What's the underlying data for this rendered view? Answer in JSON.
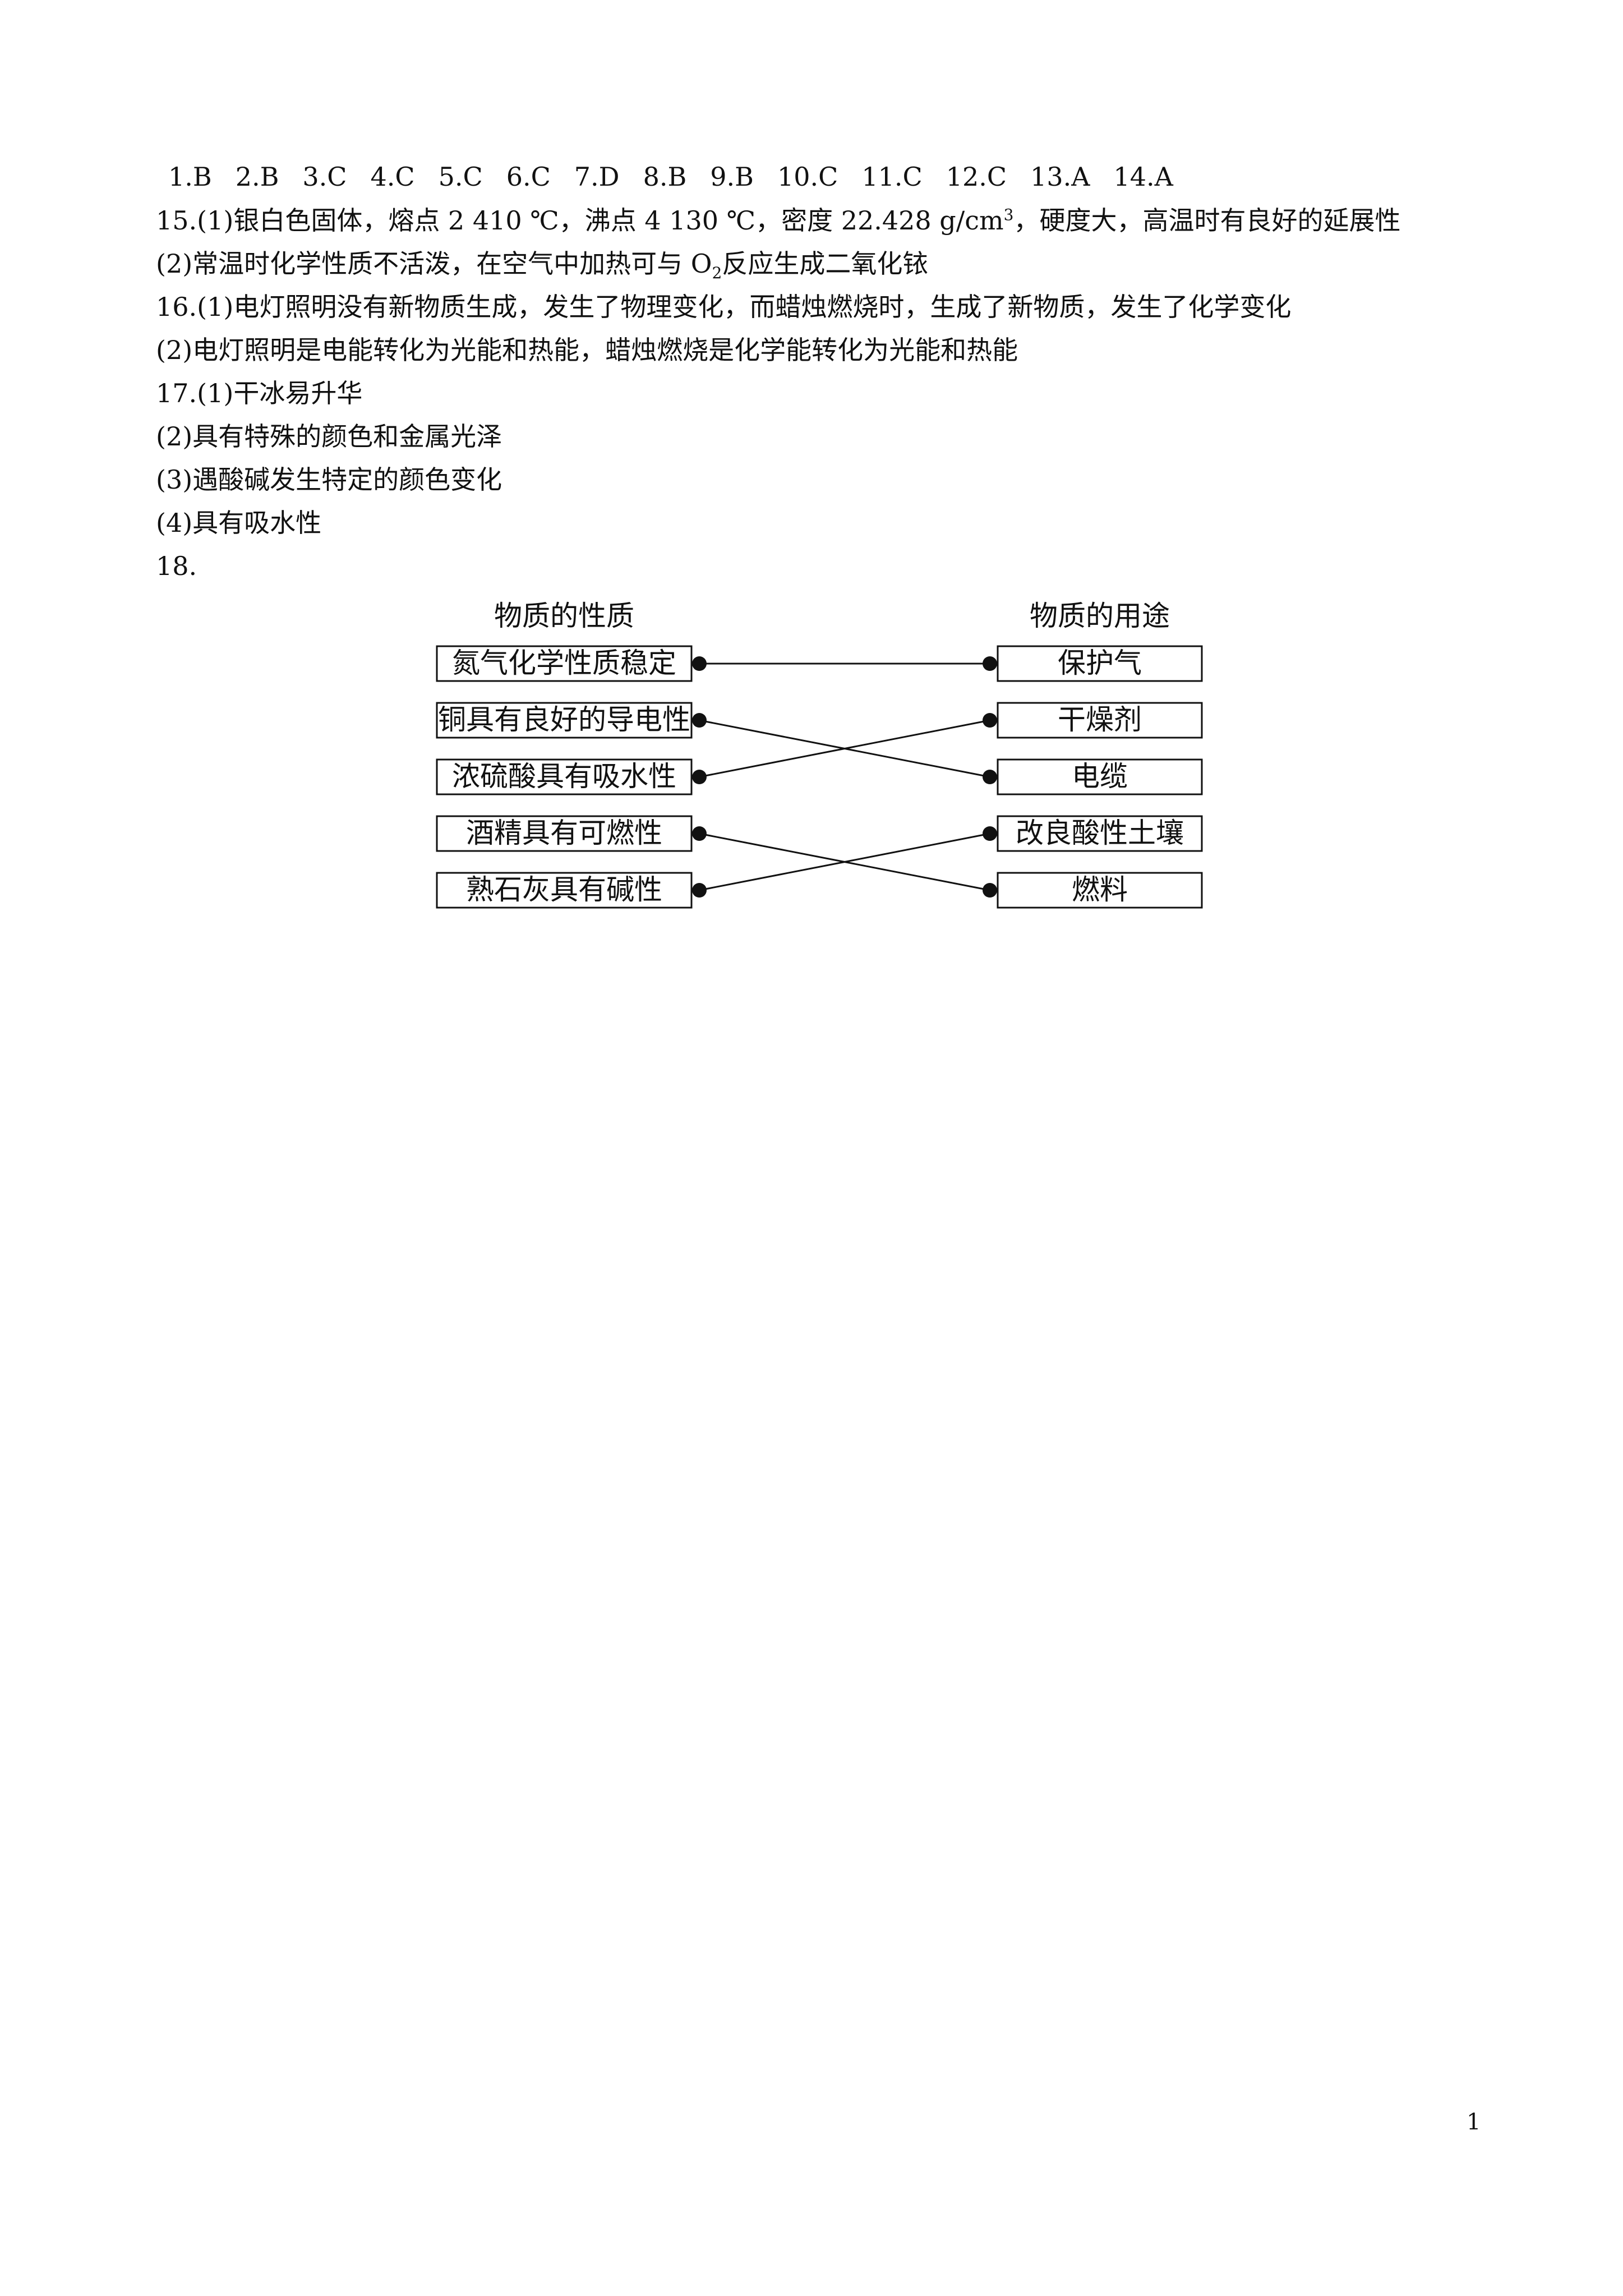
{
  "answers": [
    "1.B",
    "2.B",
    "3.C",
    "4.C",
    "5.C",
    "6.C",
    "7.D",
    "8.B",
    "9.B",
    "10.C",
    "11.C",
    "12.C",
    "13.A",
    "14.A"
  ],
  "q15": {
    "part1_a": "15.(1)银白色固体，熔点 2 410 ℃，沸点 4 130 ℃，密度 22.428 g/cm",
    "part1_sup": "3",
    "part1_b": "，硬度大，高温时有良好的延展性",
    "part2_a": "(2)常温时化学性质不活泼，在空气中加热可与 O",
    "part2_sub": "2",
    "part2_b": "反应生成二氧化铱"
  },
  "q16": {
    "part1": "16.(1)电灯照明没有新物质生成，发生了物理变化，而蜡烛燃烧时，生成了新物质，发生了化学变化",
    "part2": "(2)电灯照明是电能转化为光能和热能，蜡烛燃烧是化学能转化为光能和热能"
  },
  "q17": {
    "part1": "17.(1)干冰易升华",
    "part2": "(2)具有特殊的颜色和金属光泽",
    "part3": "(3)遇酸碱发生特定的颜色变化",
    "part4": "(4)具有吸水性"
  },
  "q18": {
    "label": "18.",
    "left_header": "物质的性质",
    "right_header": "物质的用途",
    "properties": [
      "氮气化学性质稳定",
      "铜具有良好的导电性",
      "浓硫酸具有吸水性",
      "酒精具有可燃性",
      "熟石灰具有碱性"
    ],
    "uses": [
      "保护气",
      "干燥剂",
      "电缆",
      "改良酸性土壤",
      "燃料"
    ],
    "connections": [
      [
        0,
        0
      ],
      [
        1,
        2
      ],
      [
        2,
        1
      ],
      [
        3,
        4
      ],
      [
        4,
        3
      ]
    ]
  },
  "page_number": "1"
}
